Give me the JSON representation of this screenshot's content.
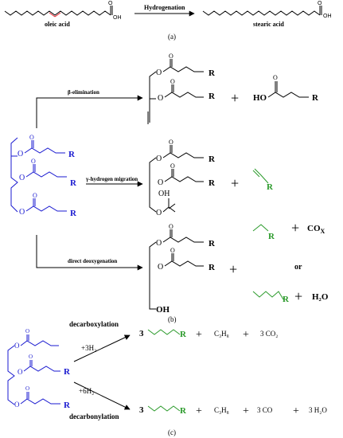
{
  "panel_a": {
    "reactant": "oleic acid",
    "product": "stearic acid",
    "arrow_label": "Hydrogenation",
    "oh1": "OH",
    "oh2": "OH",
    "o1": "O",
    "o2": "O",
    "caption": "(a)"
  },
  "panel_b": {
    "path1": "β-elimination",
    "path2": "γ-hydrogen migration",
    "path3": "direct deoxygenation",
    "r": "R",
    "o": "O",
    "ho": "HO",
    "oh": "OH",
    "plus": "+",
    "cox_main": "CO",
    "cox_sub": "X",
    "or": "or",
    "h2o": "H₂O",
    "caption": "(b)"
  },
  "panel_c": {
    "top_label": "decarboxylation",
    "bottom_label": "decarbonylation",
    "h2_top": "+3H₂",
    "h2_bottom": "+6H₂",
    "coef3": "3",
    "r": "R",
    "o": "O",
    "plus": "+",
    "c3h8": "C₃H₈",
    "co2": "3 CO₂",
    "co": "3 CO",
    "h2o": "3 H₂O",
    "caption": "(c)"
  },
  "colors": {
    "triglyceride": "#1a1ad0",
    "alkane": "#2a9a2a",
    "double_bond": "#e8202a"
  }
}
